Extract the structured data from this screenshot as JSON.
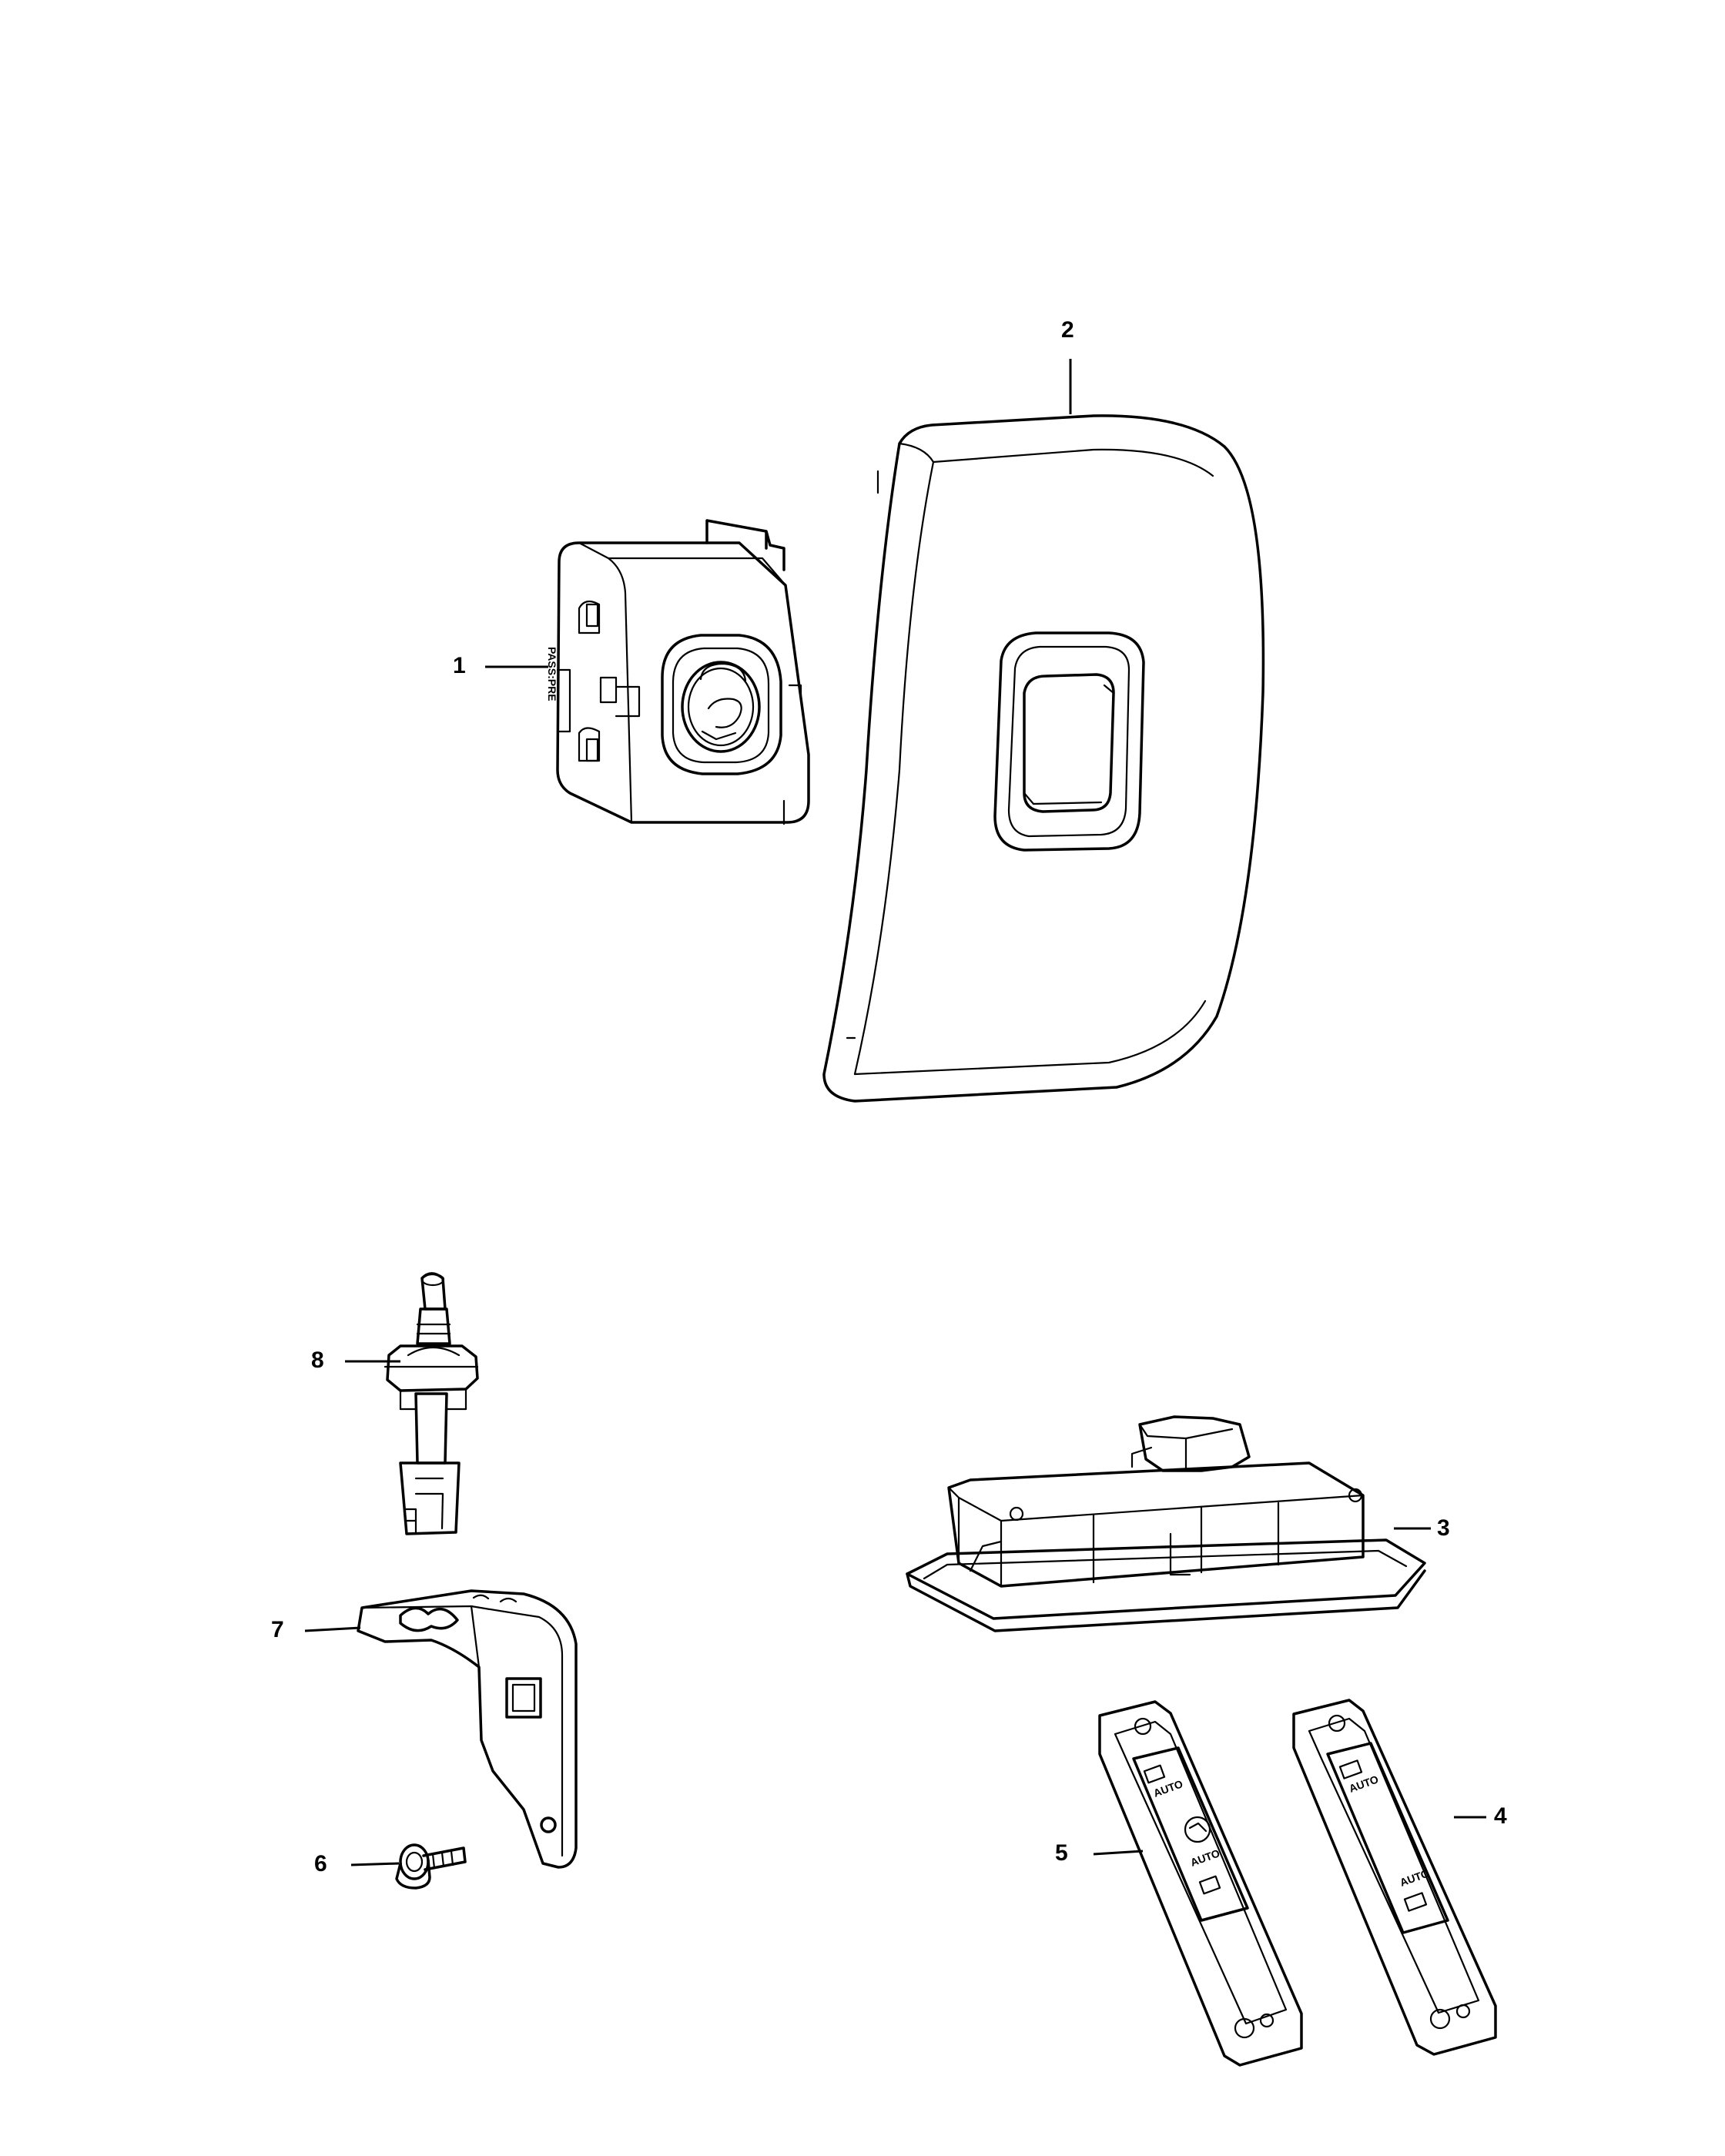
{
  "callouts": [
    {
      "id": "1",
      "label": "1"
    },
    {
      "id": "2",
      "label": "2"
    },
    {
      "id": "3",
      "label": "3"
    },
    {
      "id": "4",
      "label": "4"
    },
    {
      "id": "5",
      "label": "5"
    },
    {
      "id": "6",
      "label": "6"
    },
    {
      "id": "7",
      "label": "7"
    },
    {
      "id": "8",
      "label": "8"
    }
  ],
  "switch_labels": {
    "auto": "AUTO"
  },
  "icons": [
    "switch-module-icon",
    "bezel-icon",
    "lamp-housing-icon",
    "window-switch-icon",
    "bolt-icon",
    "bracket-icon",
    "sensor-icon"
  ]
}
